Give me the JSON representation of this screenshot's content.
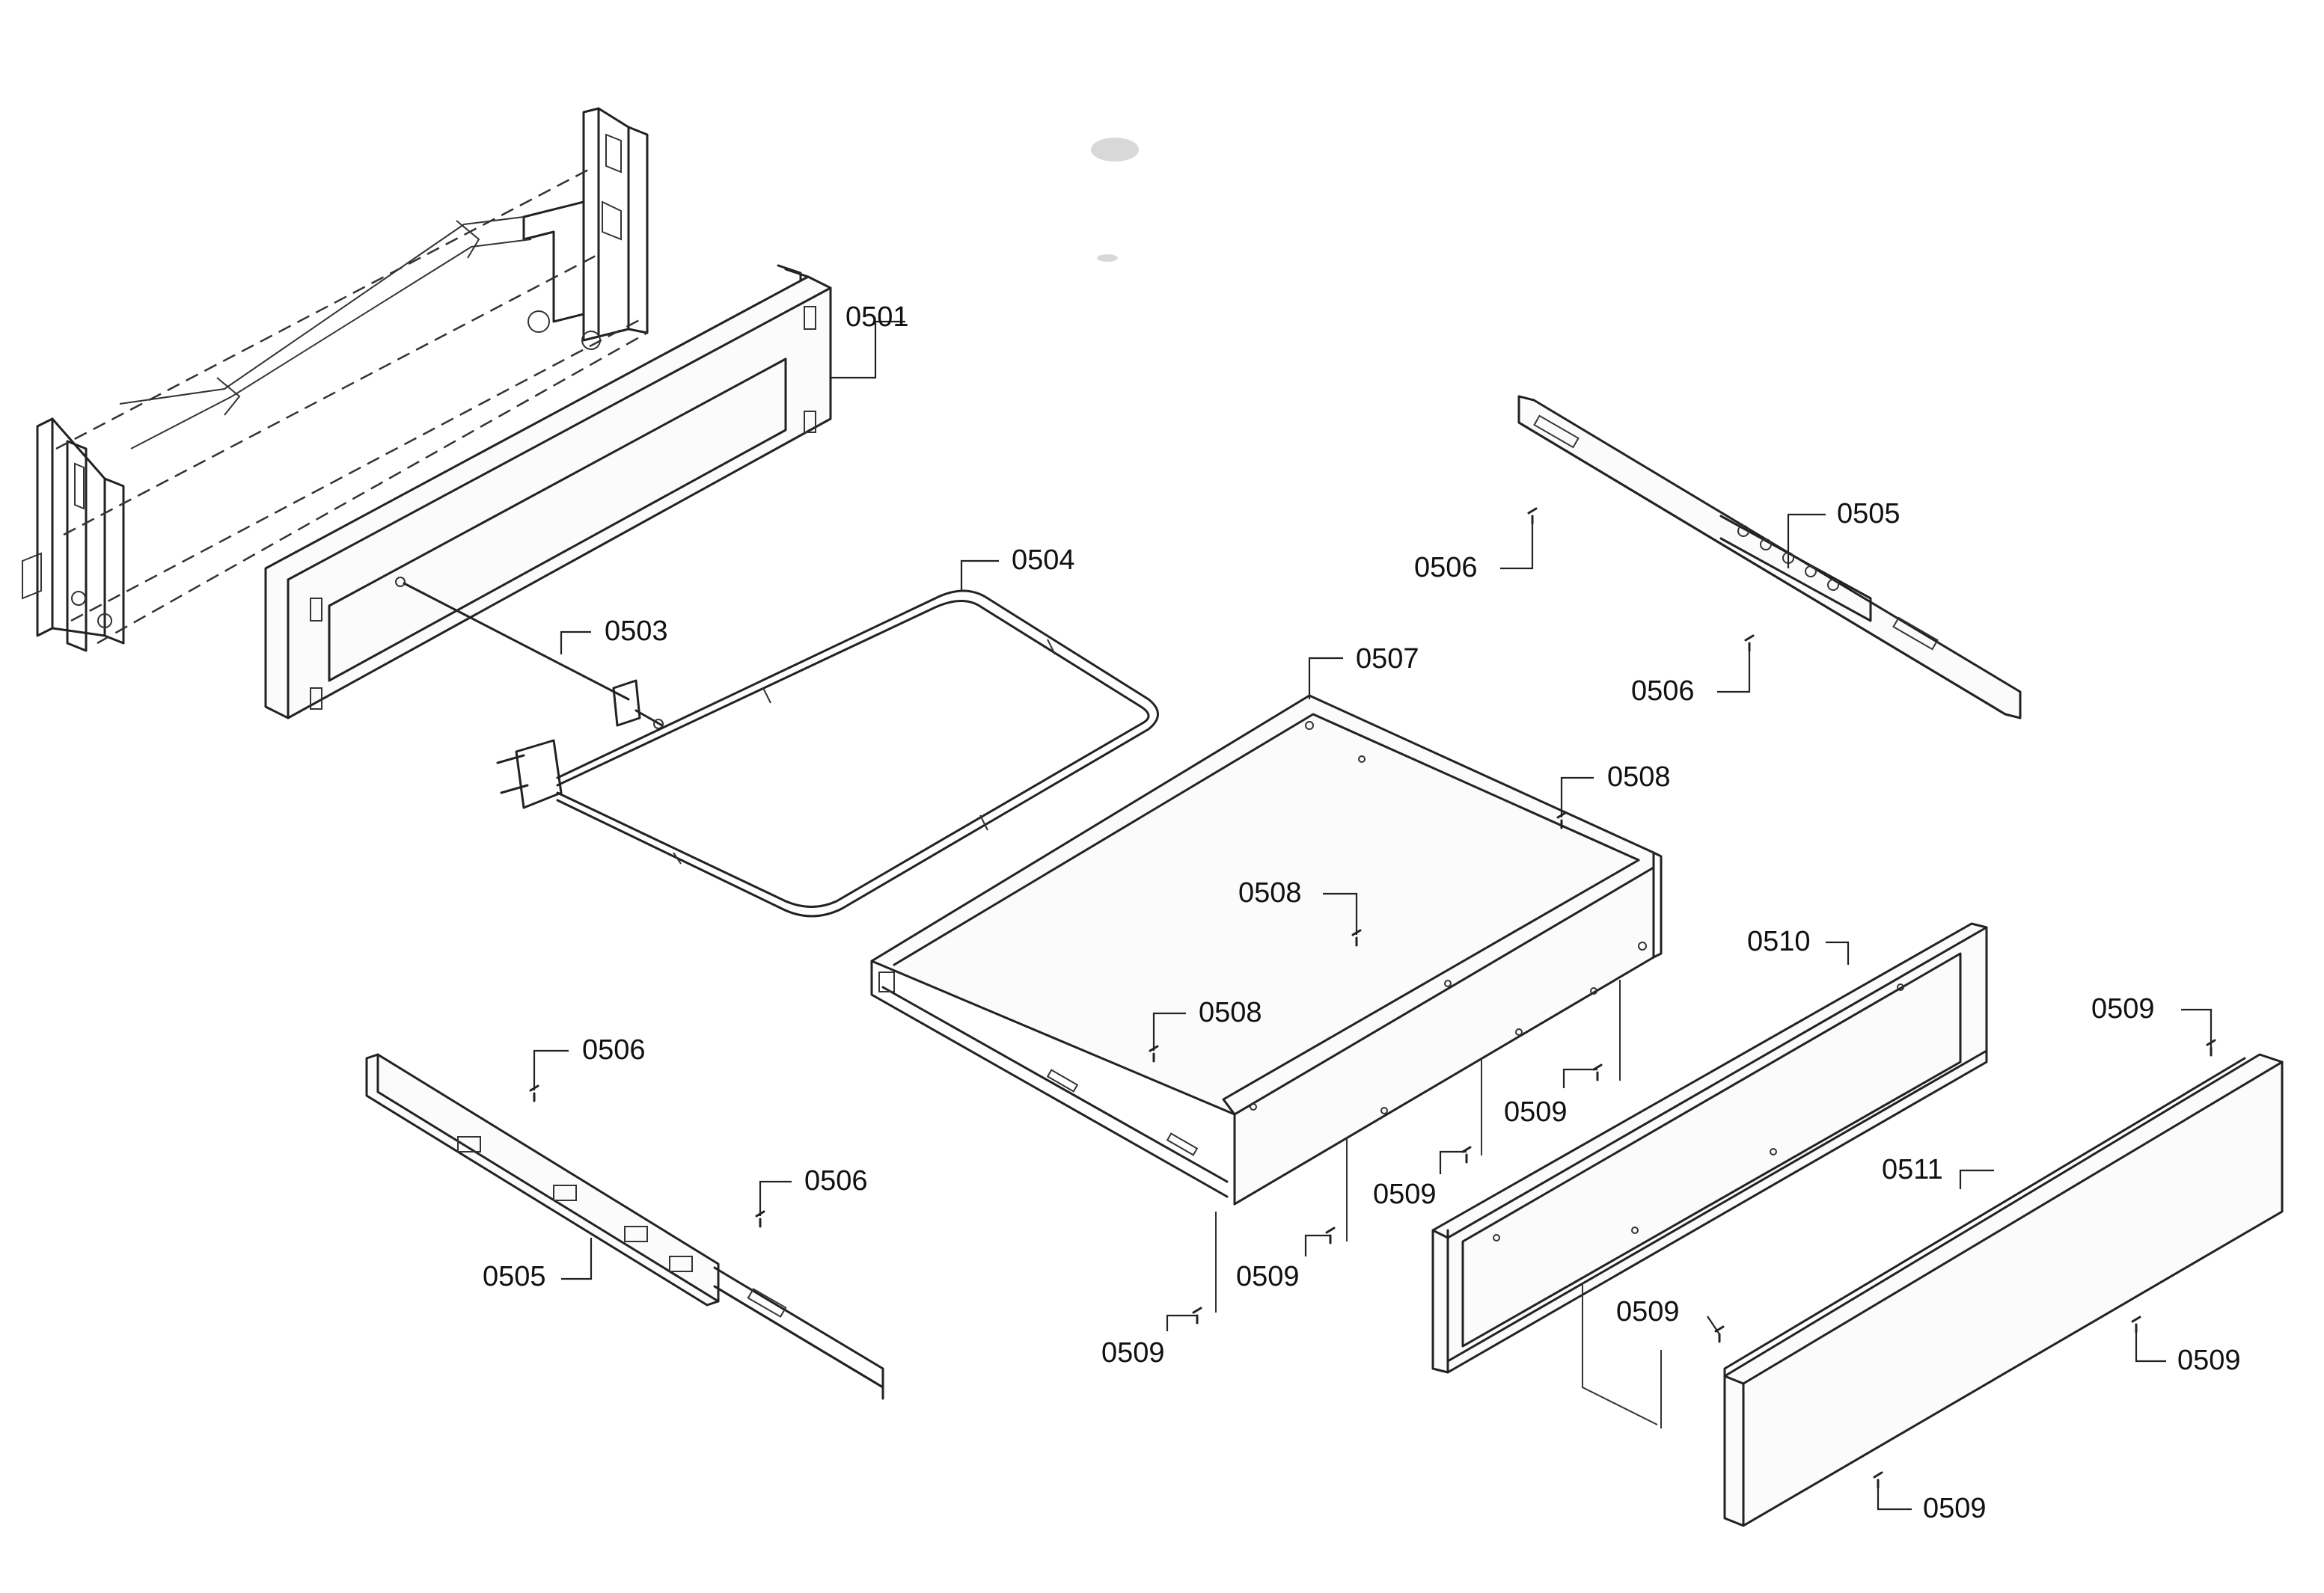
{
  "callouts": [
    {
      "id": "c0501",
      "text": "0501"
    },
    {
      "id": "c0503",
      "text": "0503"
    },
    {
      "id": "c0504",
      "text": "0504"
    },
    {
      "id": "c0505a",
      "text": "0505"
    },
    {
      "id": "c0505b",
      "text": "0505"
    },
    {
      "id": "c0506a",
      "text": "0506"
    },
    {
      "id": "c0506b",
      "text": "0506"
    },
    {
      "id": "c0506c",
      "text": "0506"
    },
    {
      "id": "c0506d",
      "text": "0506"
    },
    {
      "id": "c0507",
      "text": "0507"
    },
    {
      "id": "c0508a",
      "text": "0508"
    },
    {
      "id": "c0508b",
      "text": "0508"
    },
    {
      "id": "c0508c",
      "text": "0508"
    },
    {
      "id": "c0509a",
      "text": "0509"
    },
    {
      "id": "c0509b",
      "text": "0509"
    },
    {
      "id": "c0509c",
      "text": "0509"
    },
    {
      "id": "c0509d",
      "text": "0509"
    },
    {
      "id": "c0509e",
      "text": "0509"
    },
    {
      "id": "c0509f",
      "text": "0509"
    },
    {
      "id": "c0509g",
      "text": "0509"
    },
    {
      "id": "c0509h",
      "text": "0509"
    },
    {
      "id": "c0510",
      "text": "0510"
    },
    {
      "id": "c0511",
      "text": "0511"
    }
  ]
}
